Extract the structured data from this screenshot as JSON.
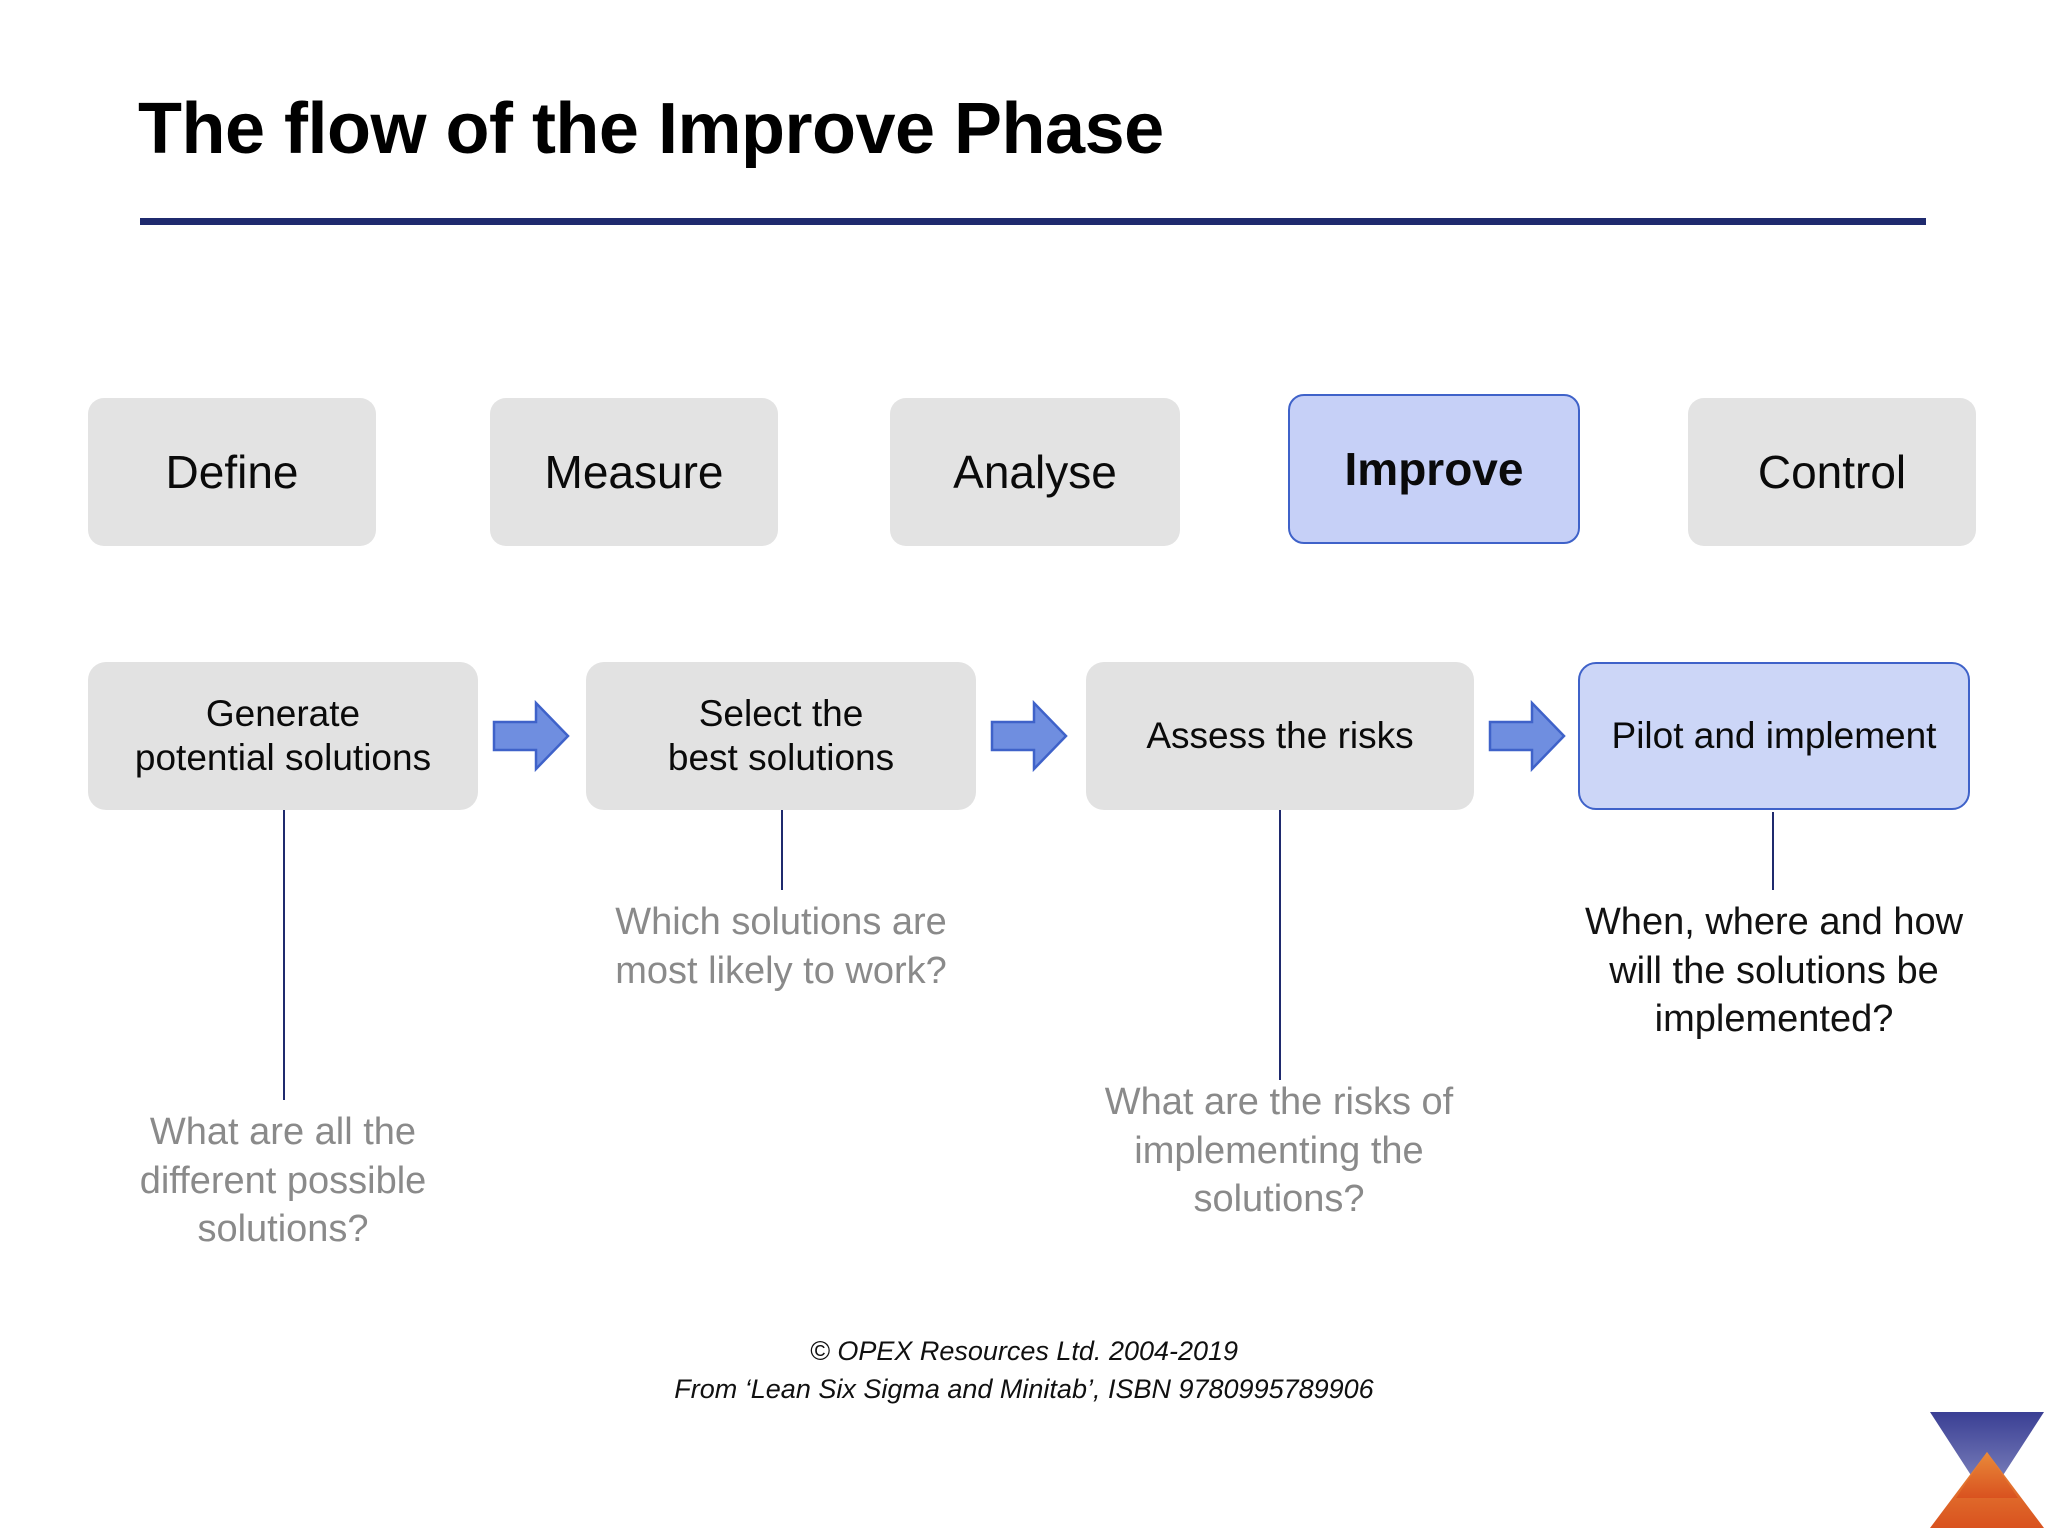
{
  "slide": {
    "title": "The flow of the Improve Phase"
  },
  "phases": {
    "items": [
      {
        "label": "Define",
        "active": false
      },
      {
        "label": "Measure",
        "active": false
      },
      {
        "label": "Analyse",
        "active": false
      },
      {
        "label": "Improve",
        "active": true
      },
      {
        "label": "Control",
        "active": false
      }
    ]
  },
  "flow": {
    "steps": [
      {
        "label": "Generate\npotential solutions",
        "line1": "Generate",
        "line2": "potential solutions",
        "active": false,
        "caption": "What are all the different possible solutions?",
        "caption_highlighted": false
      },
      {
        "label": "Select the\nbest solutions",
        "line1": "Select the",
        "line2": "best solutions",
        "active": false,
        "caption": "Which solutions are most likely to work?",
        "caption_highlighted": false
      },
      {
        "label": "Assess the risks",
        "line1": "Assess the risks",
        "line2": "",
        "active": false,
        "caption": "What are the risks of implementing the solutions?",
        "caption_highlighted": false
      },
      {
        "label": "Pilot and implement",
        "line1": "Pilot and implement",
        "line2": "",
        "active": true,
        "caption": "When, where and how will the solutions be implemented?",
        "caption_highlighted": true
      }
    ],
    "arrow_count": 3,
    "arrow_icon": "right-arrow-icon"
  },
  "footer": {
    "line1": "© OPEX Resources Ltd. 2004-2019",
    "line2": "From ‘Lean Six Sigma and Minitab’, ISBN 9780995789906"
  },
  "logo": {
    "name": "opex-resources-logo"
  },
  "colors": {
    "title_text": "#000000",
    "title_rule": "#1f2a6e",
    "box_gray": "#e3e3e3",
    "box_active_fill": "#c6d0f7",
    "box_active_border": "#3f62c9",
    "arrow_fill": "#6f8ee0",
    "arrow_border": "#3f62c9",
    "connector": "#1f2a6e",
    "caption_gray": "#8a8a8a",
    "caption_dark": "#121212",
    "logo_blue": "#2f3a8c",
    "logo_orange": "#e2702c"
  }
}
